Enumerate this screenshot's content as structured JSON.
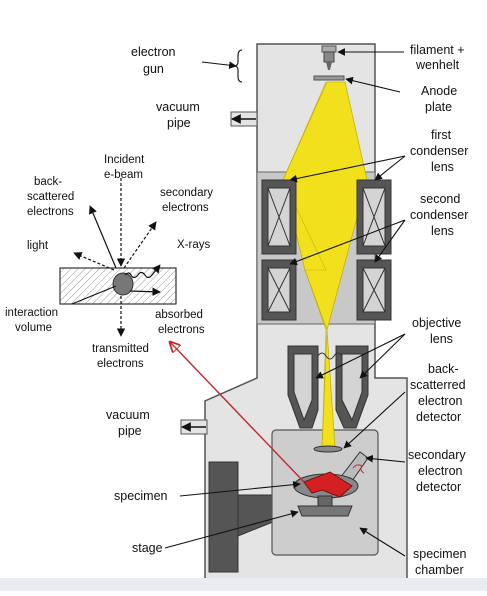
{
  "title": "",
  "labels": {
    "electron_gun": [
      "electron",
      "gun"
    ],
    "filament": [
      "filament +",
      "wenhelt"
    ],
    "anode": [
      "Anode",
      "plate"
    ],
    "vacuum_pipe_top": [
      "vacuum",
      "pipe"
    ],
    "first_condenser": [
      "first",
      "condenser",
      "lens"
    ],
    "second_condenser": [
      "second",
      "condenser",
      "lens"
    ],
    "objective_lens": [
      "objective",
      "lens"
    ],
    "backscattered_detector": [
      "back-",
      "scatterred",
      "electron",
      "detector"
    ],
    "secondary_detector": [
      "secondary",
      "electron",
      "detector"
    ],
    "vacuum_pipe_bottom": [
      "vacuum",
      "pipe"
    ],
    "specimen": "specimen",
    "stage": "stage",
    "specimen_chamber": [
      "specimen",
      "chamber"
    ]
  },
  "inset": {
    "incident_beam": [
      "Incident",
      "e-beam"
    ],
    "backscattered": [
      "back-",
      "scattered",
      "electrons"
    ],
    "secondary": [
      "secondary",
      "electrons"
    ],
    "light": "light",
    "xrays": "X-rays",
    "interaction_volume": [
      "interaction",
      "volume"
    ],
    "absorbed": [
      "absorbed",
      "electrons"
    ],
    "transmitted": [
      "transmitted",
      "electrons"
    ]
  },
  "colors": {
    "column_fill": "#e4e4e4",
    "column_stroke": "#555555",
    "beam": "#f3e01c",
    "lens_dark": "#555555",
    "lens_light": "#cfcfcf",
    "specimen": "#d42020",
    "pointer_arrow": "#c62828"
  }
}
